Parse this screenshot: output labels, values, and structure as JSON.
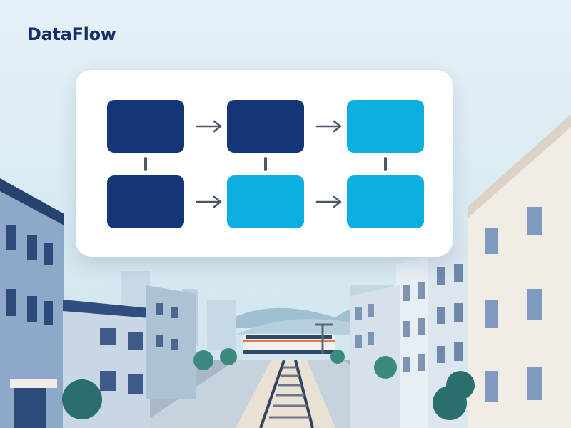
{
  "app": {
    "name": "DataFlow"
  },
  "colors": {
    "brand_text": "#14306b",
    "node_dark": "#143677",
    "node_light": "#0cb0e0",
    "connector": "#4a5669",
    "sky": "#d9ebf3",
    "card_bg": "#ffffff"
  },
  "diagram": {
    "rows": [
      {
        "nodes": [
          {
            "color": "dark"
          },
          {
            "color": "dark"
          },
          {
            "color": "light"
          }
        ]
      },
      {
        "nodes": [
          {
            "color": "dark"
          },
          {
            "color": "light"
          },
          {
            "color": "light"
          }
        ]
      }
    ],
    "arrow_icon": "arrow-right-icon",
    "vertical_links": 3
  }
}
